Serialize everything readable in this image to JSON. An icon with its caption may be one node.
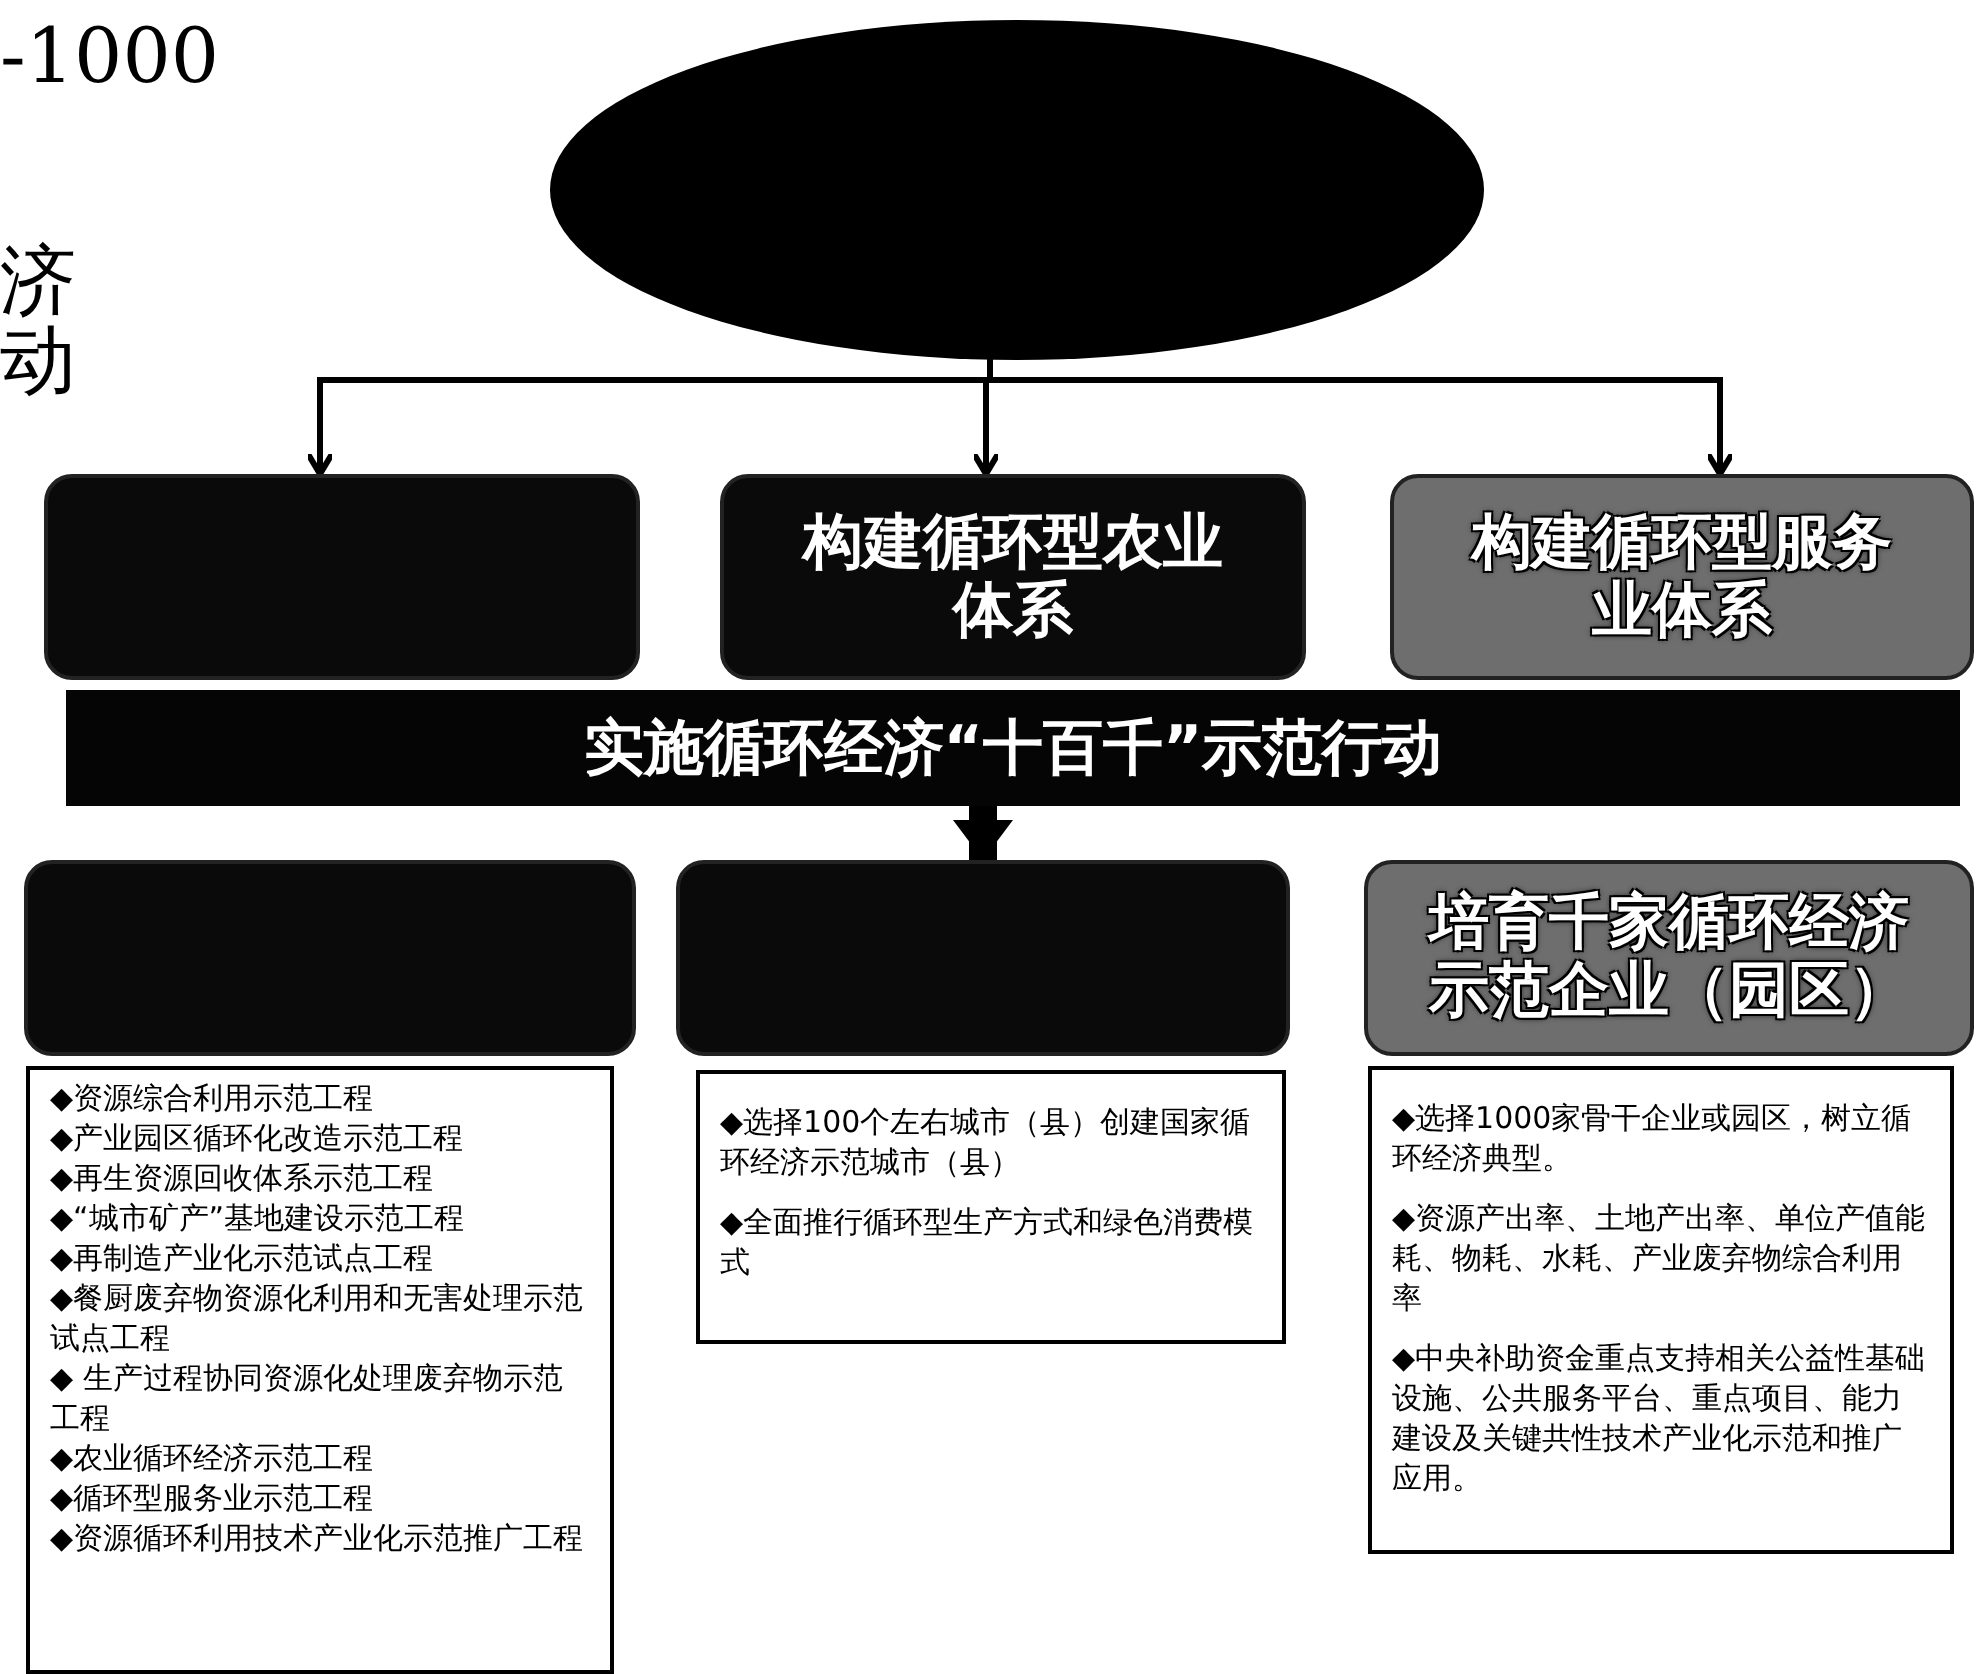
{
  "diagram": {
    "nodes": [
      {
        "text": [],
        "shape": "ellipse"
      },
      {
        "text": [],
        "shape": "box"
      },
      {
        "text": [
          "构建循环型农业体系"
        ]
      },
      {
        "text": [
          "构建循环型服务业体系"
        ]
      },
      {
        "text": [
          "实施循环经济“十百千”示范行动"
        ]
      },
      {
        "text": [],
        "shape": "box"
      },
      {
        "text": [],
        "shape": "box"
      },
      {
        "text": [
          "培育千家循环经济示范企业（园区）"
        ]
      },
      {
        "text": [
          "◆资源综合利用示范工程",
          "◆产业园区循环化改造示范工程",
          "◆再生资源回收体系示范工程",
          "◆“城市矿产”基地建设示范工程",
          "◆再制造产业化示范试点工程",
          "◆餐厨废弃物资源化利用和无害处理示范试点工程",
          "◆ 生产过程协同资源化处理废弃物示范工程",
          "◆农业循环经济示范工程",
          "◆循环型服务业示范工程",
          "◆资源循环利用技术产业化示范推广工程"
        ]
      },
      {
        "text": [
          "◆选择100个左右城市（县）创建国家循环经济示范城市（县）",
          "◆全面推行循环型生产方式和绿色消费模式"
        ]
      },
      {
        "text": [
          "◆选择1000家骨干企业或园区，树立循环经济典型。",
          "◆资源产出率、土地产出率、单位产值能耗、物耗、水耗、产业废弃物综合利用率",
          "◆中央补助资金重点支持相关公益性基础设施、公共服务平台、重点项目、能力建设及关键共性技术产业化示范和推广应用。"
        ]
      }
    ],
    "edges": [
      {
        "from": 0,
        "to": 1,
        "arrow": "to"
      },
      {
        "from": 0,
        "to": 2,
        "arrow": "to"
      },
      {
        "from": 0,
        "to": 3,
        "arrow": "to"
      },
      {
        "from": 4,
        "to": 6,
        "arrow": "to",
        "style": "thick"
      }
    ],
    "labels": [
      "-1000",
      "济",
      "动"
    ]
  }
}
